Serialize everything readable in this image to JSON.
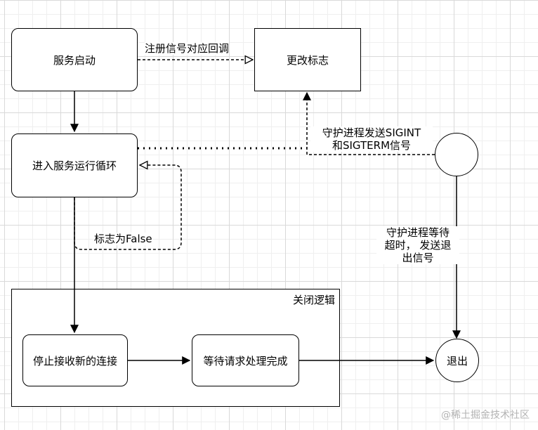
{
  "nodes": {
    "service_start": "服务启动",
    "change_flag": "更改标志",
    "enter_loop": "进入服务运行循环",
    "stop_accepting": "停止接收新的连接",
    "wait_requests": "等待请求处理完成",
    "daemon": "",
    "exit": "退出"
  },
  "container": {
    "title": "关闭逻辑"
  },
  "edge_labels": {
    "register_callback": "注册信号对应回调",
    "send_signals": [
      "守护进程发送SIGINT",
      "和SIGTERM信号"
    ],
    "flag_false": "标志为False",
    "timeout_exit": [
      "守护进程等待",
      "超时， 发送退",
      "出信号"
    ]
  },
  "watermark": "@稀土掘金技术社区"
}
